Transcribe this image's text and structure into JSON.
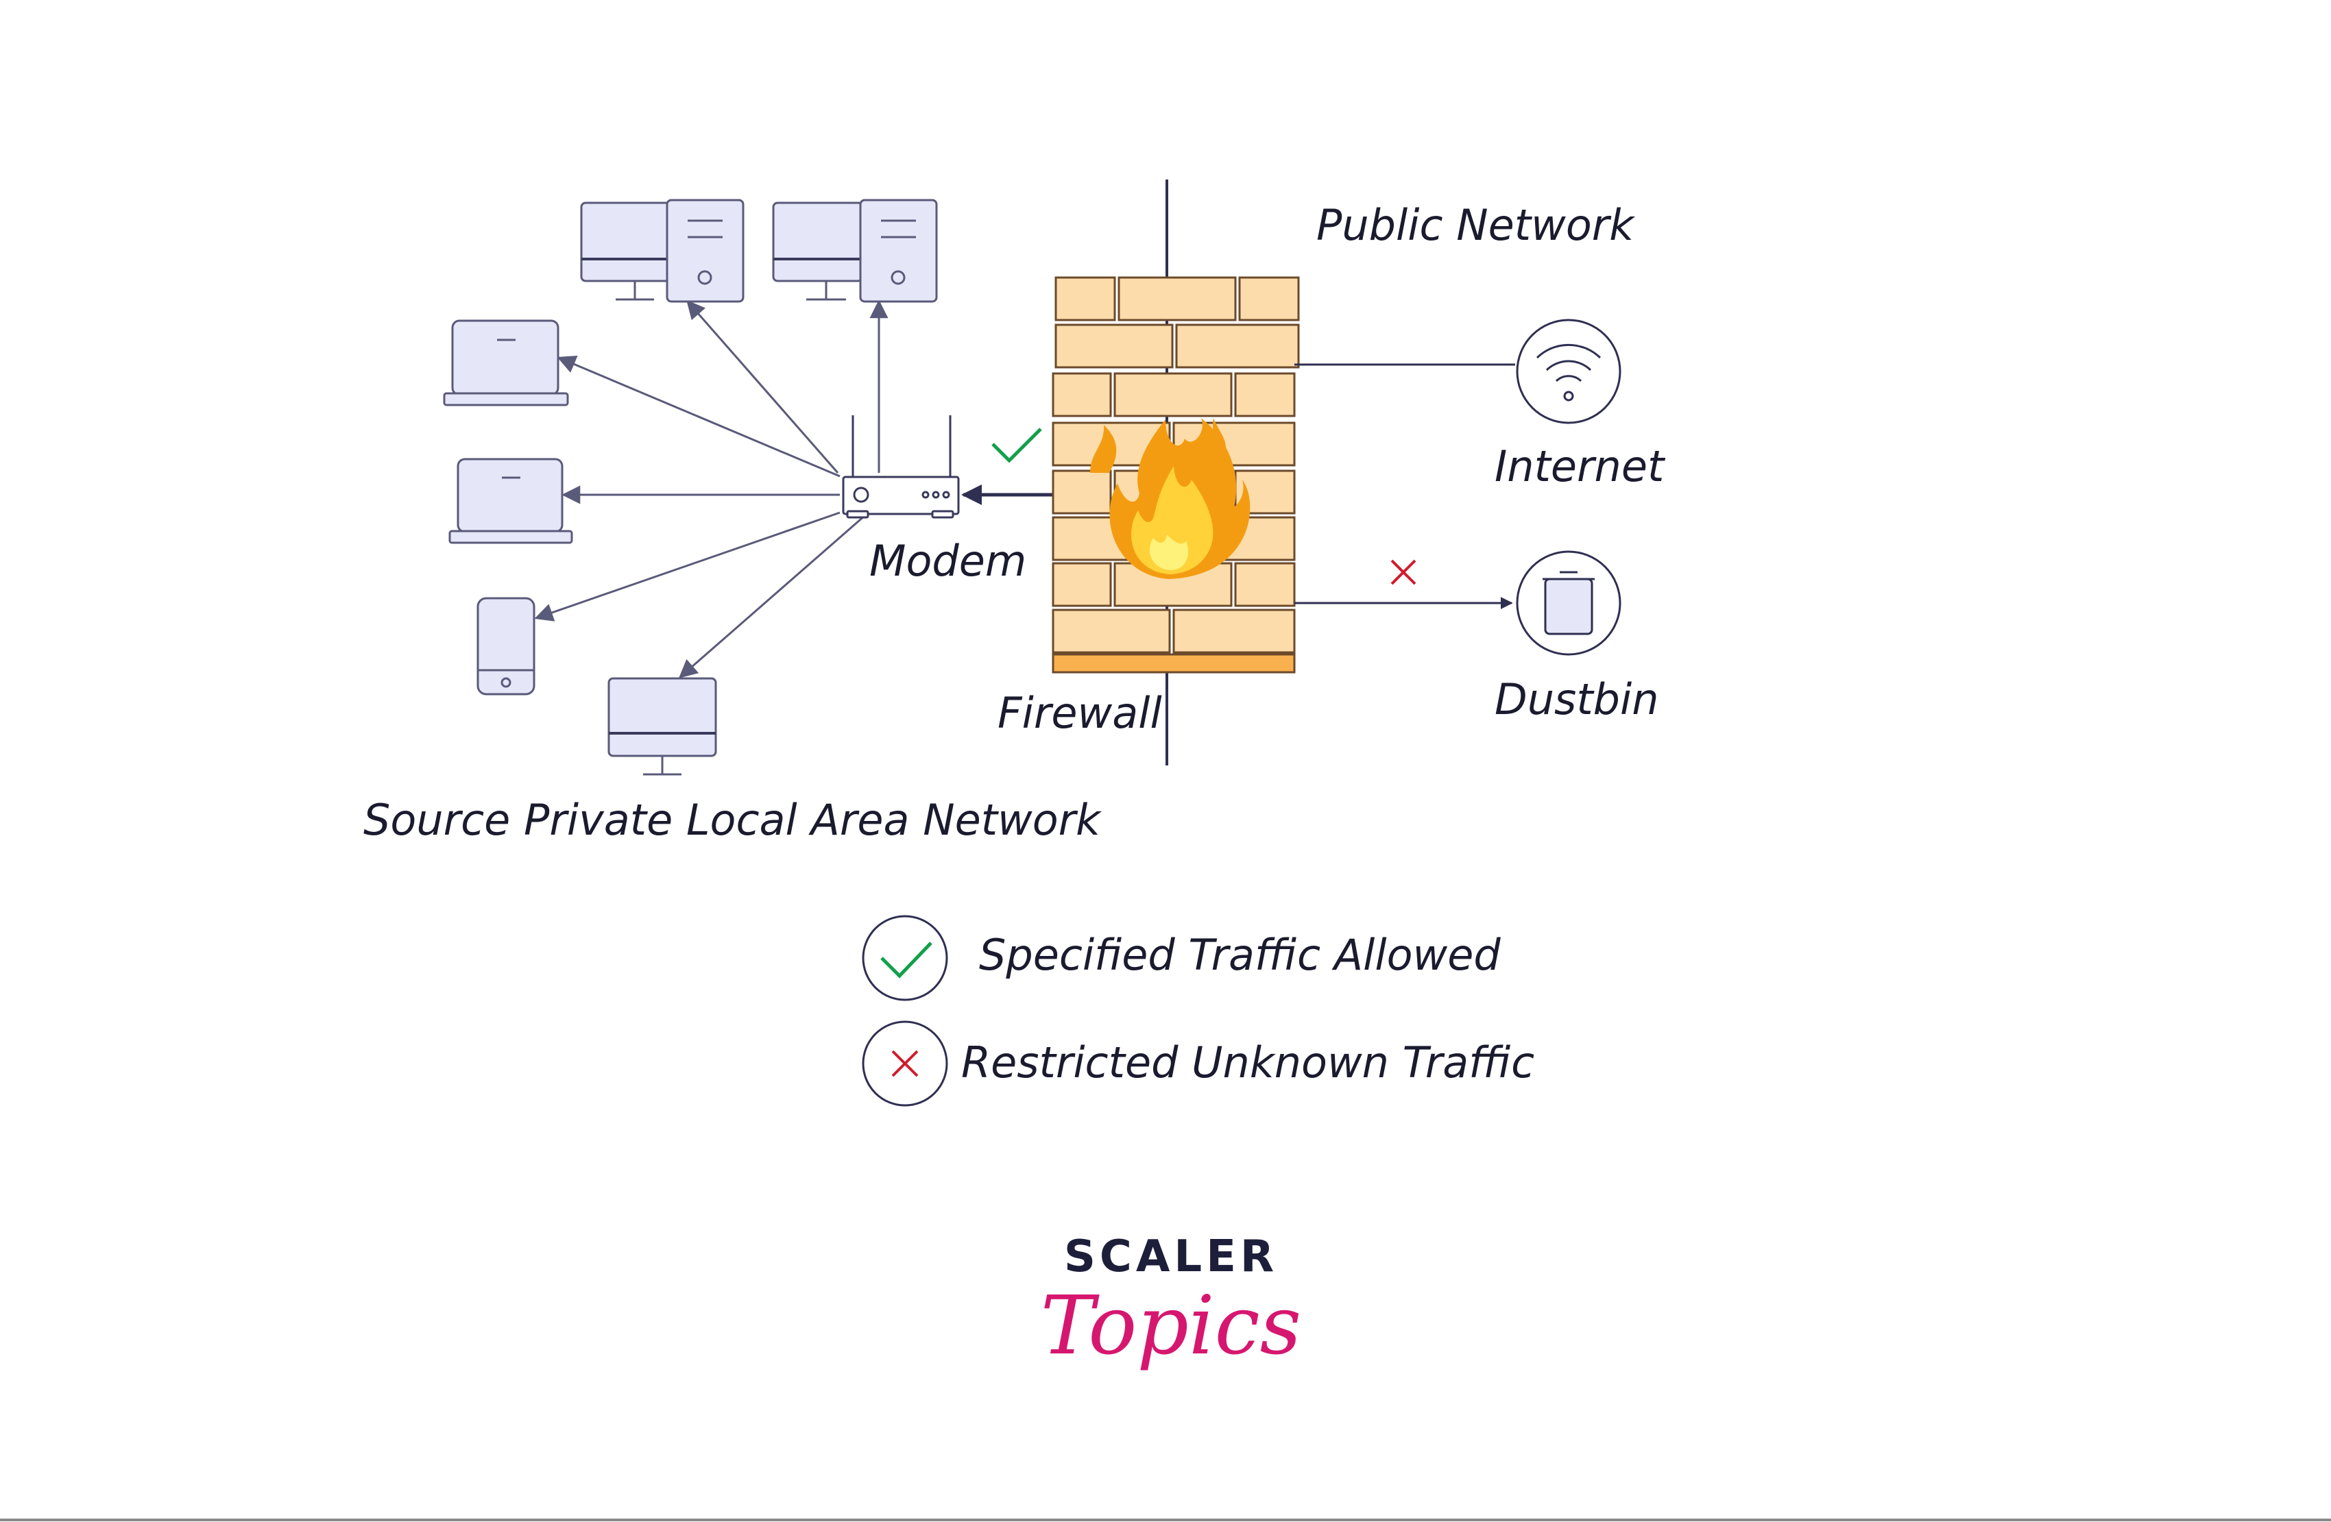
{
  "labels": {
    "public_network": "Public Network",
    "internet": "Internet",
    "modem": "Modem",
    "firewall": "Firewall",
    "dustbin": "Dustbin",
    "source_network": "Source Private Local Area Network"
  },
  "legend": [
    {
      "icon": "check-icon",
      "text": "Specified Traffic Allowed"
    },
    {
      "icon": "cross-icon",
      "text": "Restricted Unknown Traffic"
    }
  ],
  "logo": {
    "line1": "SCALER",
    "line2": "Topics"
  },
  "colors": {
    "device_fill": "#e6e6f9",
    "device_stroke": "#5a5a7a",
    "line": "#3a3a5c",
    "brick_fill": "#fcdcaa",
    "brick_stroke": "#6b4a2b",
    "brick_base": "#f9b04e",
    "check": "#12a04a",
    "cross": "#d01c2c",
    "logo_dark": "#1d1f3a",
    "logo_pink": "#d6176f"
  }
}
